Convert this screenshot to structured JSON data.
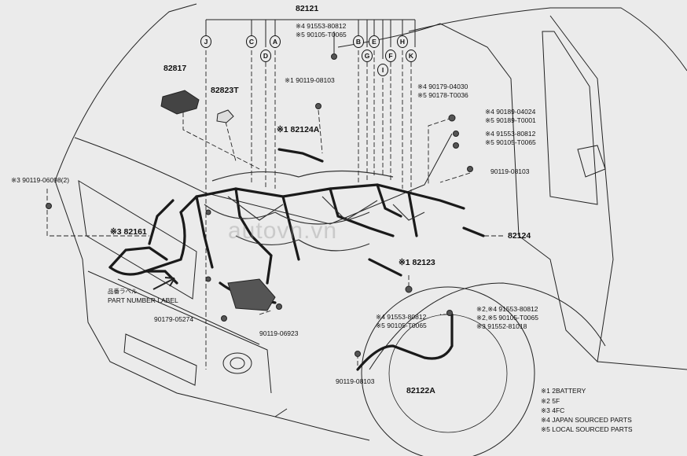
{
  "diagram": {
    "watermark": "autovn.vn",
    "main_part": "82121",
    "connector_letters": [
      "J",
      "C",
      "D",
      "A",
      "B",
      "E",
      "G",
      "I",
      "F",
      "H",
      "K"
    ],
    "top_codes": [
      "※4 91553-80812",
      "※5 90105-T0065"
    ],
    "parts": {
      "p82817": "82817",
      "p82823T": "82823T",
      "p90119_08103_a": "※1 90119-08103",
      "p82124A": "※1 82124A",
      "p90179_04030": "※4 90179-04030",
      "p90178_T0036": "※5 90178-T0036",
      "p90189_04024": "※4 90189-04024",
      "p90189_T0001": "※5 90189-T0001",
      "p91553_80812_r": "※4 91553-80812",
      "p90105_T0065_r": "※5 90105-T0065",
      "p90119_08103_r": "90119-08103",
      "p90119_06098": "※3 90119-06098(2)",
      "p82161": "※3 82161",
      "p82124": "82124",
      "p82123": "※1 82123",
      "label_jp": "品番ラベル",
      "part_number_label": "PART NUMBER LABEL",
      "p90179_05274": "90179-05274",
      "p90119_06923": "90119-06923",
      "p91553_80812_c": "※4 91553-80812",
      "p90105_T0065_c": "※5 90105-T0065",
      "p91553_80812_b": "※2,※4 91553-80812",
      "p90105_T0065_b": "※2,※5 90105-T0065",
      "p91552_81018": "※3 91552-81018",
      "p90119_08103_b": "90119-08103",
      "p82122A": "82122A"
    },
    "legend": [
      "※1 2BATTERY",
      "※2 5F",
      "※3 4FC",
      "※4 JAPAN SOURCED PARTS",
      "※5 LOCAL SOURCED PARTS"
    ]
  }
}
